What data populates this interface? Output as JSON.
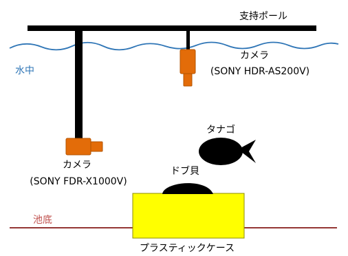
{
  "labels": {
    "pole": "支持ポール",
    "underwater": "水中",
    "camera_right_name": "カメラ",
    "camera_right_model": "(SONY HDR-AS200V)",
    "camera_left_name": "カメラ",
    "camera_left_model": "(SONY FDR-X1000V)",
    "fish": "タナゴ",
    "shell": "ドブ貝",
    "pond_bottom": "池底",
    "case": "プラスティックケース"
  },
  "colors": {
    "pole": "#000000",
    "water_line": "#2e75b6",
    "camera": "#e36c09",
    "camera_outline": "#b35300",
    "case_fill": "#ffff00",
    "case_stroke": "#8c8c00",
    "bottom_line": "#943634",
    "underwater_text": "#2e75b6",
    "pond_bottom_text": "#c0504d",
    "fish": "#000000",
    "shell": "#000000"
  }
}
